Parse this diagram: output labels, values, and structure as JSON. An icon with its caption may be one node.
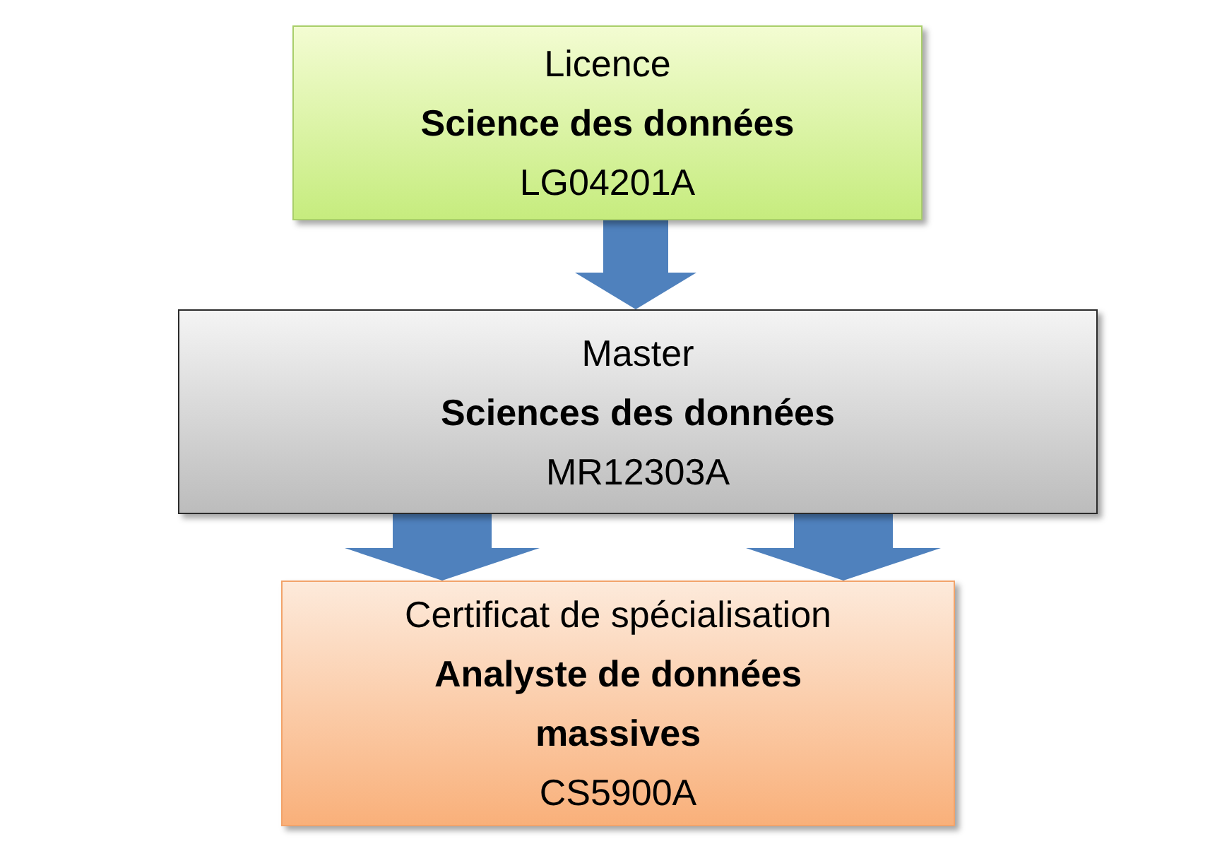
{
  "diagram": {
    "nodes": [
      {
        "text": [
          "Licence",
          "Science des données",
          "LG04201A"
        ]
      },
      {
        "text": [
          "Master",
          "Sciences des données",
          "MR12303A"
        ]
      },
      {
        "text": [
          "Certificat de spécialisation",
          "Analyste de données massives",
          "CS5900A"
        ]
      }
    ],
    "edges": [
      {
        "from": 0,
        "to": 1,
        "arrow": "to"
      },
      {
        "from": 1,
        "to": 2,
        "arrow": "to"
      },
      {
        "from": 1,
        "to": 2,
        "arrow": "to"
      }
    ]
  }
}
